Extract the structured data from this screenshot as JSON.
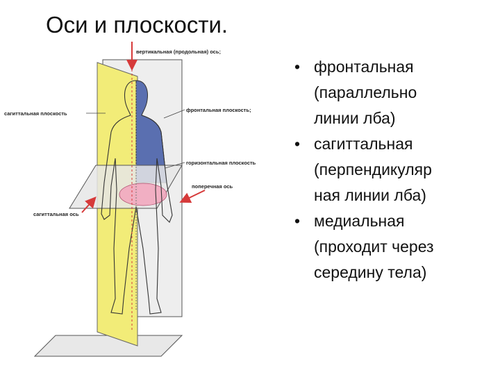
{
  "slide": {
    "title": "Оси и плоскости."
  },
  "figure": {
    "labels": {
      "vertical_axis": "вертикальная   (продольная) ось;",
      "sagittal_plane": "сагиттальная плоскость",
      "frontal_plane": "фронтальная плоскость;",
      "horizontal_plane": "горизонтальная плоскость",
      "transverse_axis": "поперечная ось",
      "sagittal_axis": "сагиттальная ось"
    },
    "colors": {
      "sagittal_plane": "#f2ec78",
      "body_blue": "#5a6fb0",
      "pelvis_pink": "#f2a8bf",
      "arrow_red": "#d63a3a",
      "plane_gray": "#e6e6e6"
    }
  },
  "bullets": [
    {
      "marker": "•",
      "lines": [
        "фронтальная",
        "(параллельно",
        "линии лба)"
      ]
    },
    {
      "marker": "•",
      "lines": [
        "сагиттальная",
        "(перпендикуляр",
        "ная линии лба)"
      ]
    },
    {
      "marker": "•",
      "lines": [
        "медиальная",
        "(проходит через",
        "середину тела)"
      ]
    }
  ]
}
